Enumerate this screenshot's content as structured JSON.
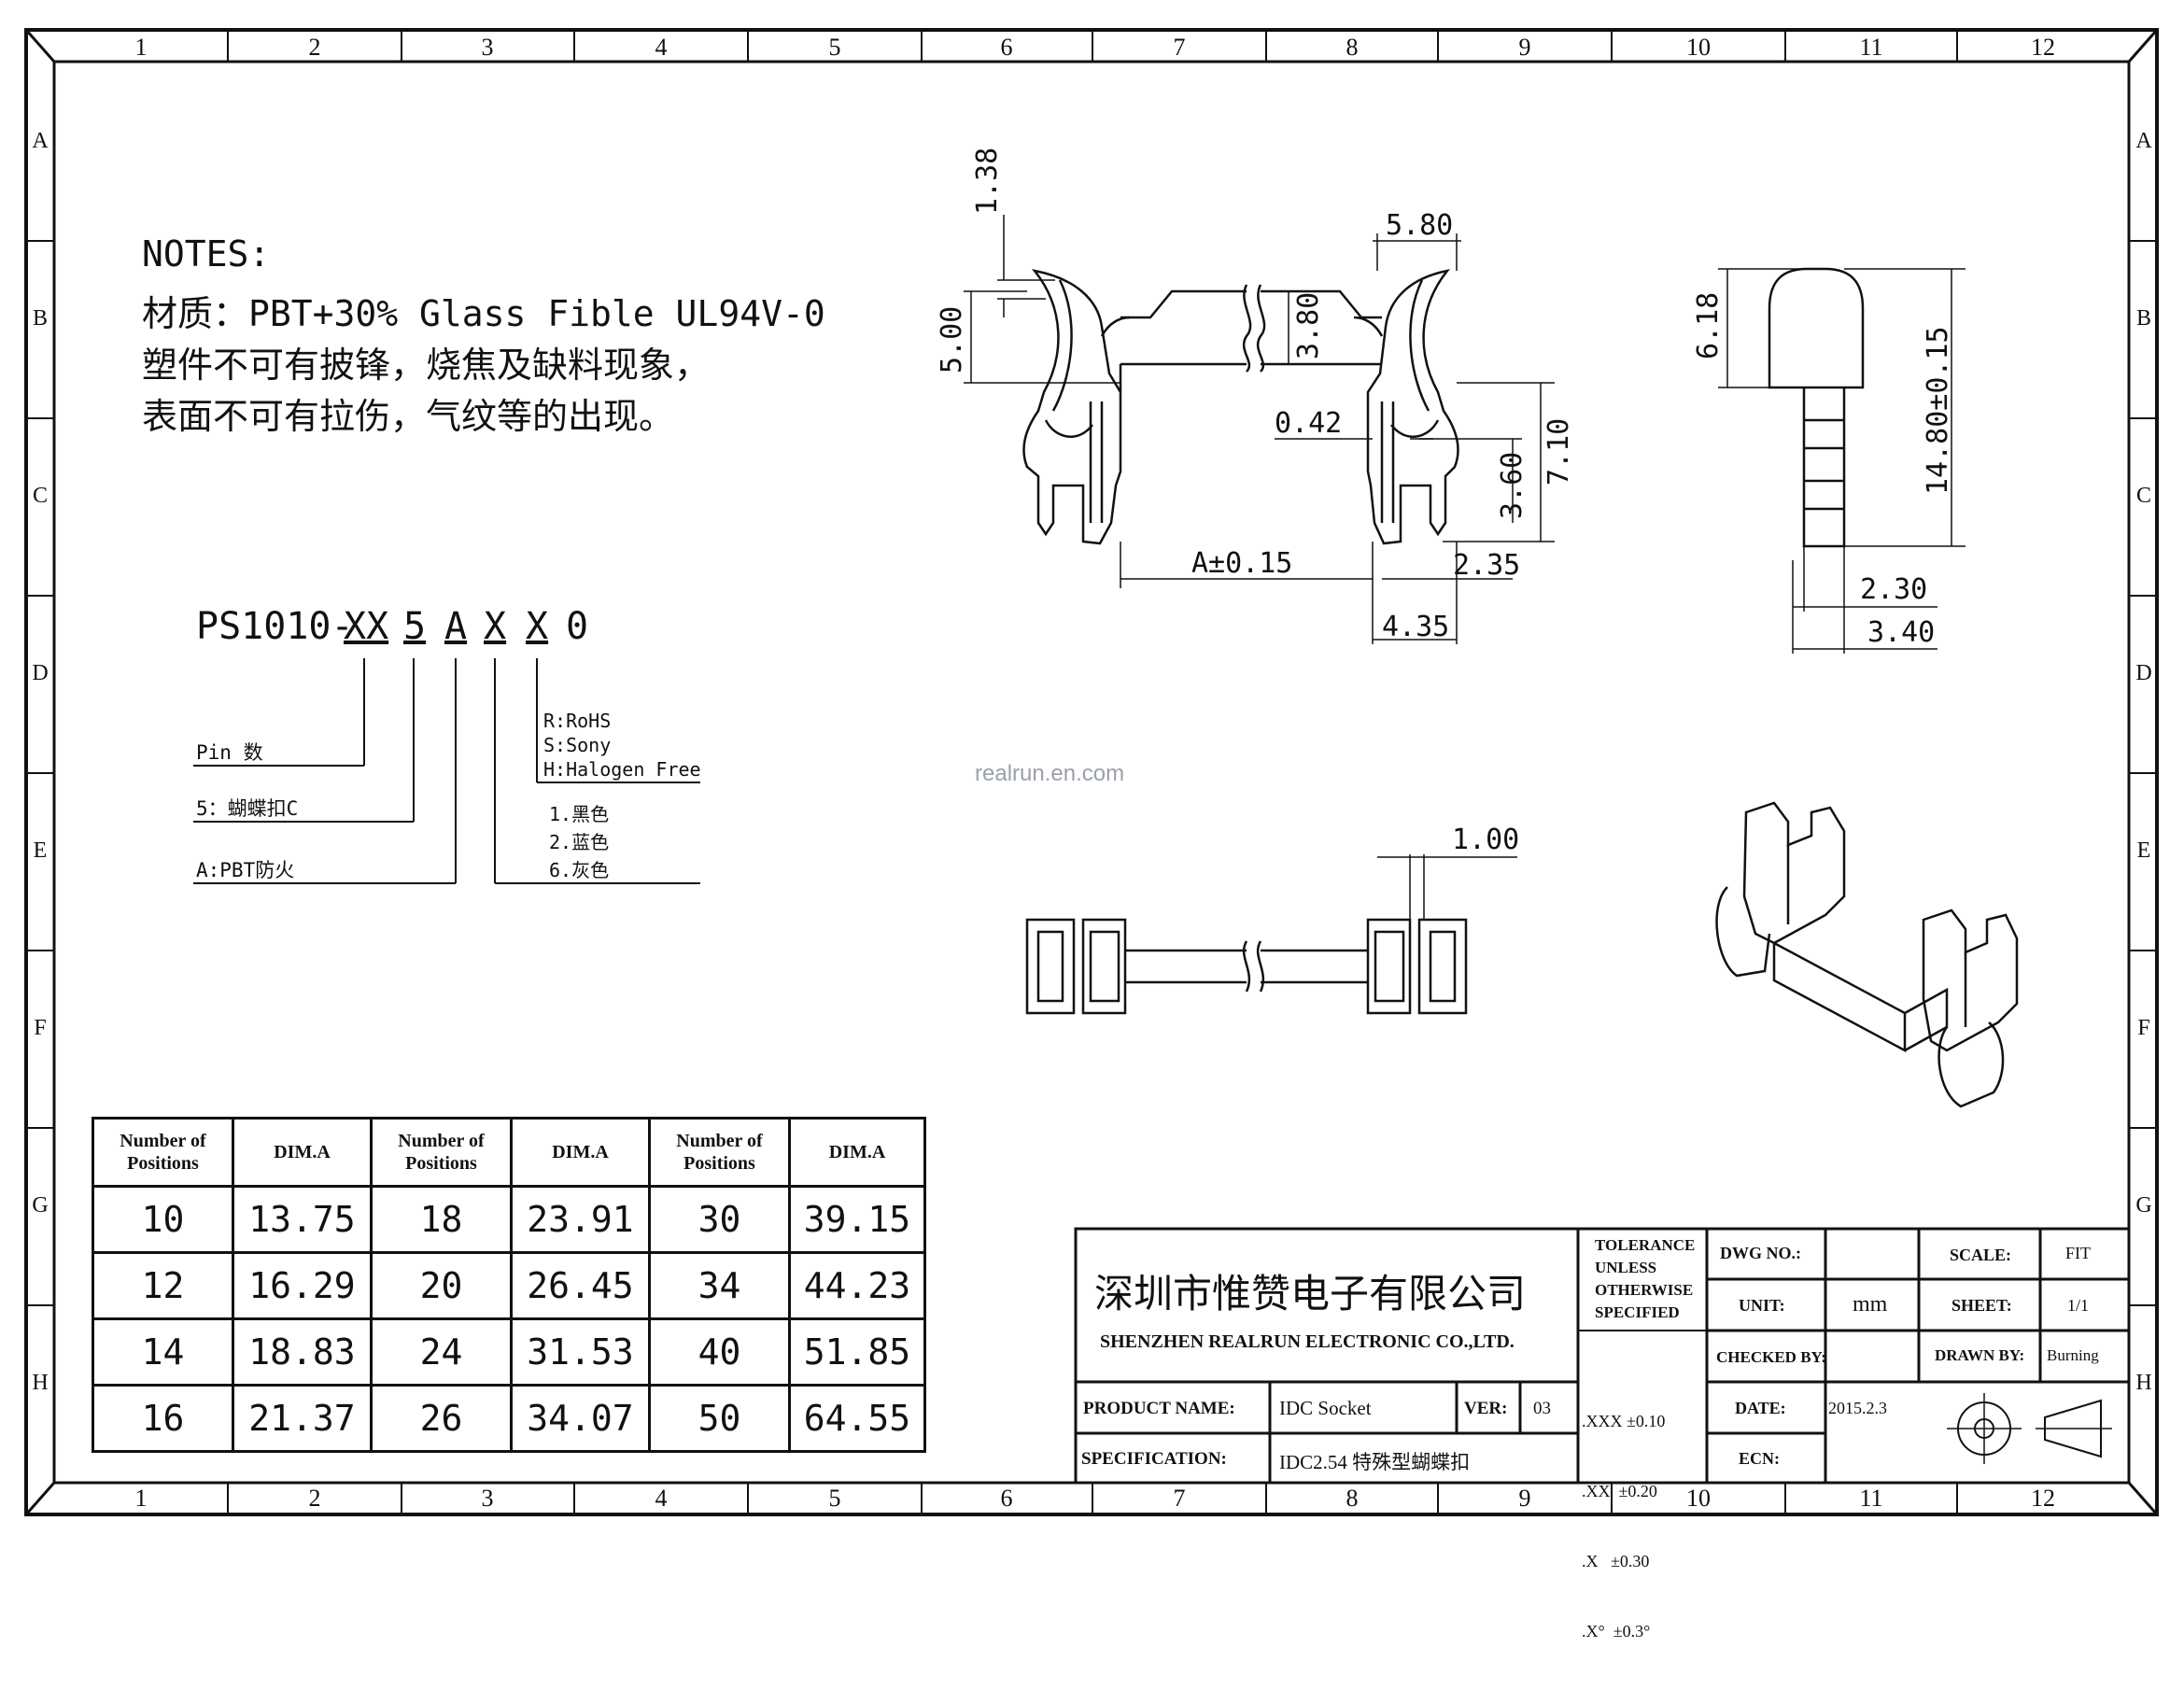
{
  "frame": {
    "columns": [
      "1",
      "2",
      "3",
      "4",
      "5",
      "6",
      "7",
      "8",
      "9",
      "10",
      "11",
      "12"
    ],
    "rows": [
      "A",
      "B",
      "C",
      "D",
      "E",
      "F",
      "G",
      "H"
    ]
  },
  "notes": {
    "heading": "NOTES:",
    "lines": [
      "材质：PBT+30% Glass Fible UL94V-0",
      "塑件不可有披锋，烧焦及缺料现象，",
      "表面不可有拉伤，气纹等的出现。"
    ]
  },
  "part_code": {
    "prefix": "PS1010-",
    "fields": [
      "XX",
      "5",
      "A",
      "X",
      "X",
      "0"
    ],
    "legend": {
      "pin": "Pin 数",
      "style": "5：蝴蝶扣C",
      "material": "A:PBT防火",
      "options": [
        "R:RoHS",
        "S:Sony",
        "H:Halogen Free"
      ],
      "colors": [
        "1.黑色",
        "2.蓝色",
        "6.灰色"
      ]
    }
  },
  "dimensions": {
    "d138": "1.38",
    "d500": "5.00",
    "d380": "3.80",
    "d580": "5.80",
    "d042": "0.42",
    "d710": "7.10",
    "d360": "3.60",
    "dA": "A±0.15",
    "d235": "2.35",
    "d435": "4.35",
    "d618": "6.18",
    "d1480": "14.80±0.15",
    "d230": "2.30",
    "d340": "3.40",
    "d100": "1.00"
  },
  "watermark": "realrun.en.com",
  "dim_table": {
    "headers": [
      "Number of\nPositions",
      "DIM.A",
      "Number of\nPositions",
      "DIM.A",
      "Number of\nPositions",
      "DIM.A"
    ],
    "rows": [
      [
        "10",
        "13.75",
        "18",
        "23.91",
        "30",
        "39.15"
      ],
      [
        "12",
        "16.29",
        "20",
        "26.45",
        "34",
        "44.23"
      ],
      [
        "14",
        "18.83",
        "24",
        "31.53",
        "40",
        "51.85"
      ],
      [
        "16",
        "21.37",
        "26",
        "34.07",
        "50",
        "64.55"
      ]
    ]
  },
  "title_block": {
    "company_cn": "深圳市惟赞电子有限公司",
    "company_en": "SHENZHEN REALRUN ELECTRONIC CO.,LTD.",
    "tolerance_label": [
      "TOLERANCE",
      "UNLESS",
      "OTHERWISE",
      "SPECIFIED"
    ],
    "tolerances": [
      ".XXX ±0.10",
      ".XX  ±0.20",
      ".X   ±0.30",
      ".X°  ±0.3°"
    ],
    "dwg_no_label": "DWG NO.:",
    "dwg_no": "",
    "unit_label": "UNIT:",
    "unit": "mm",
    "checked_by_label": "CHECKED BY:",
    "checked_by": "",
    "date_label": "DATE:",
    "date": "2015.2.3",
    "ecn_label": "ECN:",
    "ecn": "",
    "scale_label": "SCALE:",
    "scale": "FIT",
    "sheet_label": "SHEET:",
    "sheet": "1/1",
    "drawn_by_label": "DRAWN BY:",
    "drawn_by": "Burning",
    "product_name_label": "PRODUCT NAME:",
    "product_name": "IDC Socket",
    "ver_label": "VER:",
    "ver": "03",
    "spec_label": "SPECIFICATION:",
    "spec": "IDC2.54 特殊型蝴蝶扣"
  }
}
